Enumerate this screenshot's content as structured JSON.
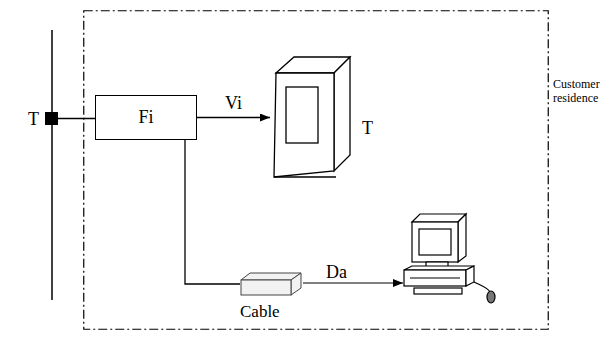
{
  "diagram": {
    "nodes": [
      {
        "text": [
          "T"
        ]
      },
      {
        "text": [
          "Customer residence"
        ]
      },
      {
        "text": [
          "Fi"
        ],
        "in": 1
      },
      {
        "text": [
          "T"
        ],
        "in": 1
      },
      {
        "text": [
          "Cable"
        ],
        "in": 1
      }
    ],
    "edges": [
      {
        "from": 0,
        "to": 2,
        "arrow": "none"
      },
      {
        "from": 2,
        "to": 3,
        "arrow": "to",
        "label": "Vi"
      },
      {
        "from": 2,
        "to": 4,
        "arrow": "none"
      }
    ],
    "labels": [
      "Da"
    ]
  }
}
